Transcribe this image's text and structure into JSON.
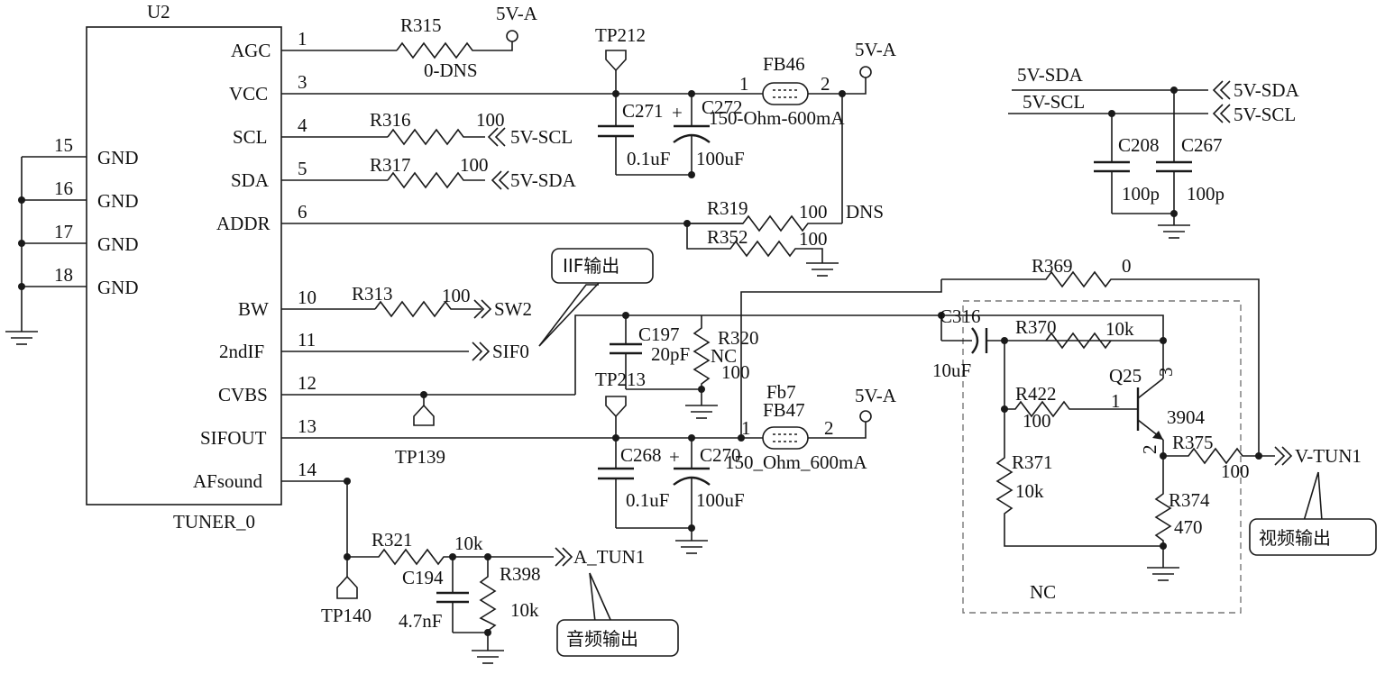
{
  "tuner": {
    "ref": "U2",
    "part": "TUNER_0",
    "pins": [
      {
        "num": "1",
        "name": "AGC"
      },
      {
        "num": "3",
        "name": "VCC"
      },
      {
        "num": "4",
        "name": "SCL"
      },
      {
        "num": "5",
        "name": "SDA"
      },
      {
        "num": "6",
        "name": "ADDR"
      },
      {
        "num": "10",
        "name": "BW"
      },
      {
        "num": "11",
        "name": "2ndIF"
      },
      {
        "num": "12",
        "name": "CVBS"
      },
      {
        "num": "13",
        "name": "SIFOUT"
      },
      {
        "num": "14",
        "name": "AFsound"
      }
    ],
    "gnd_pins": [
      {
        "num": "15",
        "name": "GND"
      },
      {
        "num": "16",
        "name": "GND"
      },
      {
        "num": "17",
        "name": "GND"
      },
      {
        "num": "18",
        "name": "GND"
      }
    ]
  },
  "labels": {
    "r315": "R315",
    "r315_val": "0-DNS",
    "v5a_1": "5V-A",
    "v5a_2": "5V-A",
    "v5a_3": "5V-A",
    "tp212": "TP212",
    "tp213": "TP213",
    "tp139": "TP139",
    "tp140": "TP140",
    "c271": "C271",
    "c271_val": "0.1uF",
    "c272": "C272",
    "c272_val": "100uF",
    "plus1": "+",
    "fb46": "FB46",
    "fb46_p1": "1",
    "fb46_p2": "2",
    "fb46_val": "150-Ohm-600mA",
    "r316": "R316",
    "r316_val": "100",
    "net_scl": "5V-SCL",
    "r317": "R317",
    "r317_val": "100",
    "net_sda": "5V-SDA",
    "r319": "R319",
    "r319_val": "100",
    "dns": "DNS",
    "r352": "R352",
    "r352_val": "100",
    "r313": "R313",
    "r313_val": "100",
    "sw2": "SW2",
    "sif0": "SIF0",
    "iif_out": "IIF输出",
    "c197": "C197",
    "c197_val": "20pF",
    "r320": "R320",
    "r320_nc": "NC",
    "r320_val": "100",
    "c268": "C268",
    "c268_val": "0.1uF",
    "plus2": "+",
    "c270": "C270",
    "c270_val": "100uF",
    "fb7": "Fb7",
    "fb47": "FB47",
    "fb47_p1": "1",
    "fb47_p2": "2",
    "fb47_val": "150_Ohm_600mA",
    "r321": "R321",
    "r321_val": "10k",
    "c194": "C194",
    "c194_val": "4.7nF",
    "r398": "R398",
    "r398_val": "10k",
    "a_tun1": "A_TUN1",
    "audio_out": "音频输出",
    "r369": "R369",
    "r369_val": "0",
    "c316": "C316",
    "c316_val": "10uF",
    "r370": "R370",
    "r370_val": "10k",
    "r422": "R422",
    "r422_val": "100",
    "q25": "Q25",
    "q25_part": "3904",
    "q_p1": "1",
    "q_p2": "2",
    "q_p3": "3",
    "r371": "R371",
    "r371_val": "10k",
    "r375": "R375",
    "r375_val": "100",
    "r374": "R374",
    "r374_val": "470",
    "v_tun1": "V-TUN1",
    "video_out": "视频输出",
    "nc_box": "NC",
    "i2c_sda_left": "5V-SDA",
    "i2c_scl_left": "5V-SCL",
    "i2c_sda_right": "5V-SDA",
    "i2c_scl_right": "5V-SCL",
    "c208": "C208",
    "c208_val": "100p",
    "c267": "C267",
    "c267_val": "100p"
  }
}
